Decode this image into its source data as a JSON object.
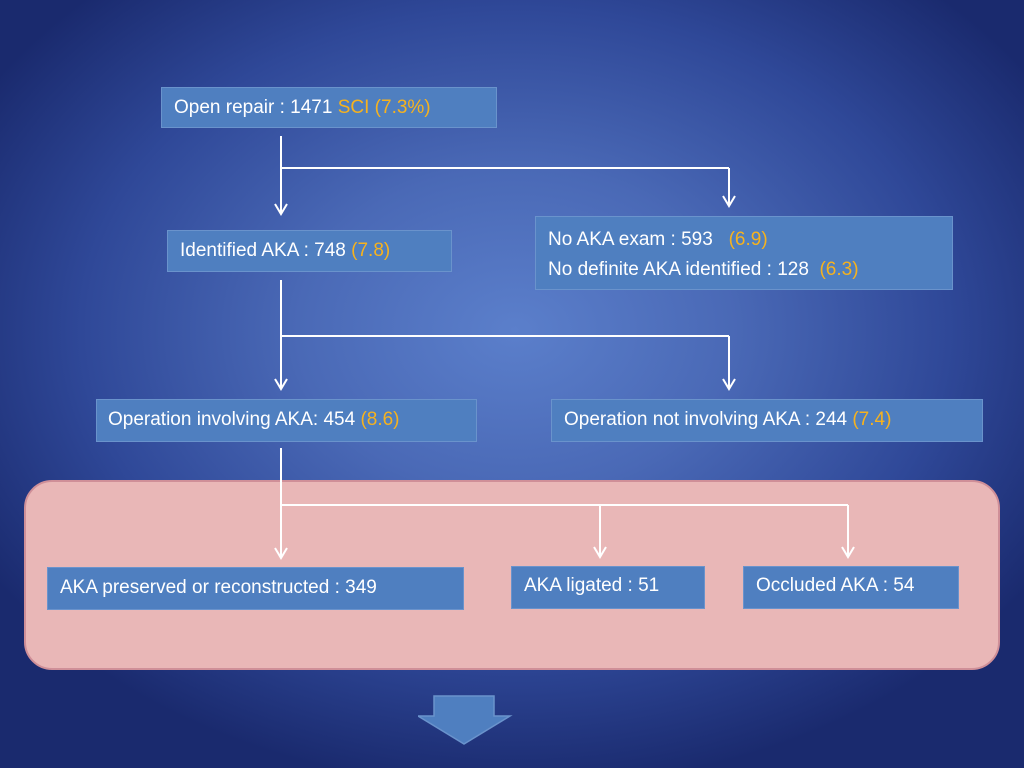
{
  "nodes": {
    "open_repair": {
      "label": "Open repair : 1471 ",
      "value": "SCI (7.3%)"
    },
    "identified": {
      "label": "Identified AKA : 748 ",
      "value": "(7.8)"
    },
    "no_exam": {
      "label": "No AKA exam : 593   ",
      "value": "(6.9)"
    },
    "no_definite": {
      "label": "No definite AKA identified : 128  ",
      "value": "(6.3)"
    },
    "op_involving": {
      "label": "Operation involving AKA: 454 ",
      "value": "(8.6)"
    },
    "op_not_involving": {
      "label": "Operation not involving AKA : 244 ",
      "value": "(7.4)"
    },
    "preserved": {
      "label": "AKA preserved or reconstructed : 349"
    },
    "ligated": {
      "label": "AKA ligated : 51"
    },
    "occluded": {
      "label": "Occluded AKA : 54"
    }
  },
  "colors": {
    "highlight": "#f6b21e",
    "box": "#4f7fc0",
    "panel": "#e9b7b7"
  }
}
